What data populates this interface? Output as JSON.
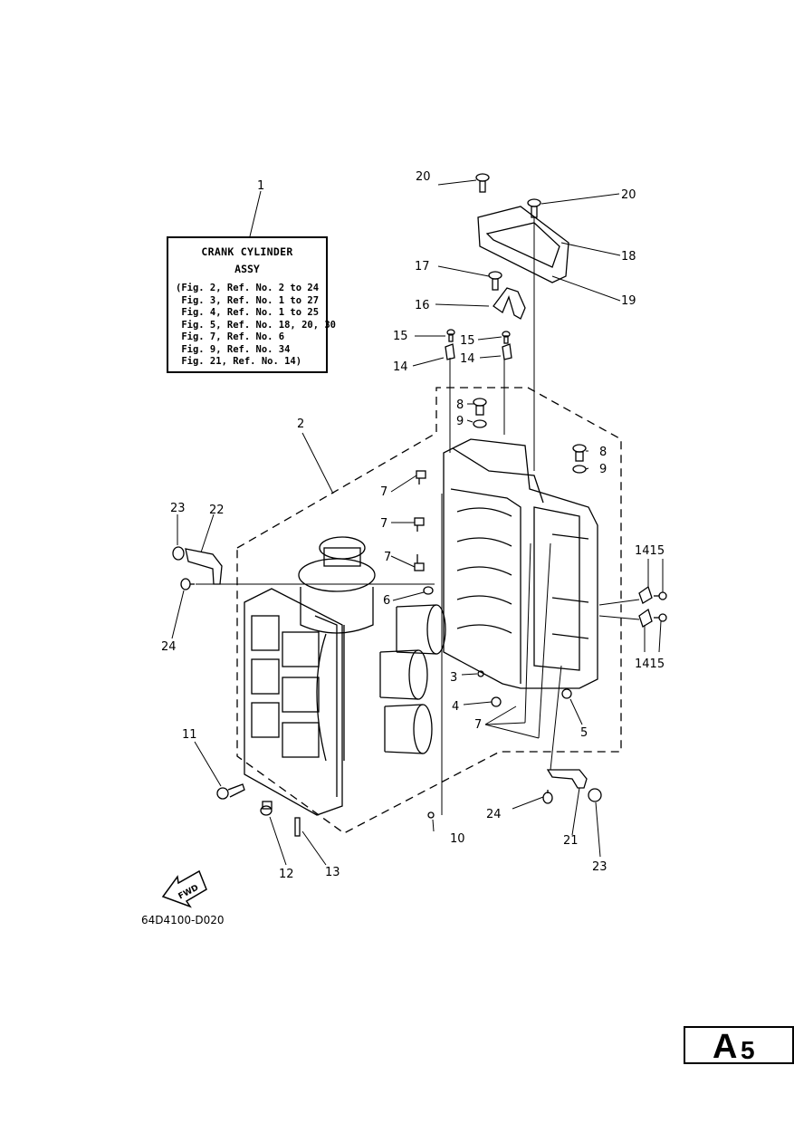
{
  "reference_box": {
    "title": "CRANK CYLINDER",
    "subtitle": "ASSY",
    "lines": [
      "(Fig. 2, Ref. No. 2 to 24",
      " Fig. 3, Ref. No. 1 to 27",
      " Fig. 4, Ref. No. 1 to 25",
      " Fig. 5, Ref. No. 18, 20, 30",
      " Fig. 7, Ref. No. 6",
      " Fig. 9, Ref. No. 34",
      " Fig. 21, Ref. No. 14)"
    ]
  },
  "callouts": {
    "c1": "1",
    "c2": "2",
    "c3": "3",
    "c4": "4",
    "c5": "5",
    "c6": "6",
    "c7a": "7",
    "c7b": "7",
    "c7c": "7",
    "c7d": "7",
    "c8a": "8",
    "c8b": "8",
    "c9a": "9",
    "c9b": "9",
    "c10": "10",
    "c11": "11",
    "c12": "12",
    "c13": "13",
    "c14a": "14",
    "c14b": "14",
    "c1415a": "1415",
    "c1415b": "1415",
    "c15a": "15",
    "c15b": "15",
    "c16": "16",
    "c17": "17",
    "c18": "18",
    "c19": "19",
    "c20a": "20",
    "c20b": "20",
    "c21": "21",
    "c22": "22",
    "c23a": "23",
    "c23b": "23",
    "c24a": "24",
    "c24b": "24"
  },
  "fwd_label": "FWD",
  "diagram_code": "64D4100-D020",
  "page_badge": {
    "letter": "A",
    "number": "5"
  }
}
